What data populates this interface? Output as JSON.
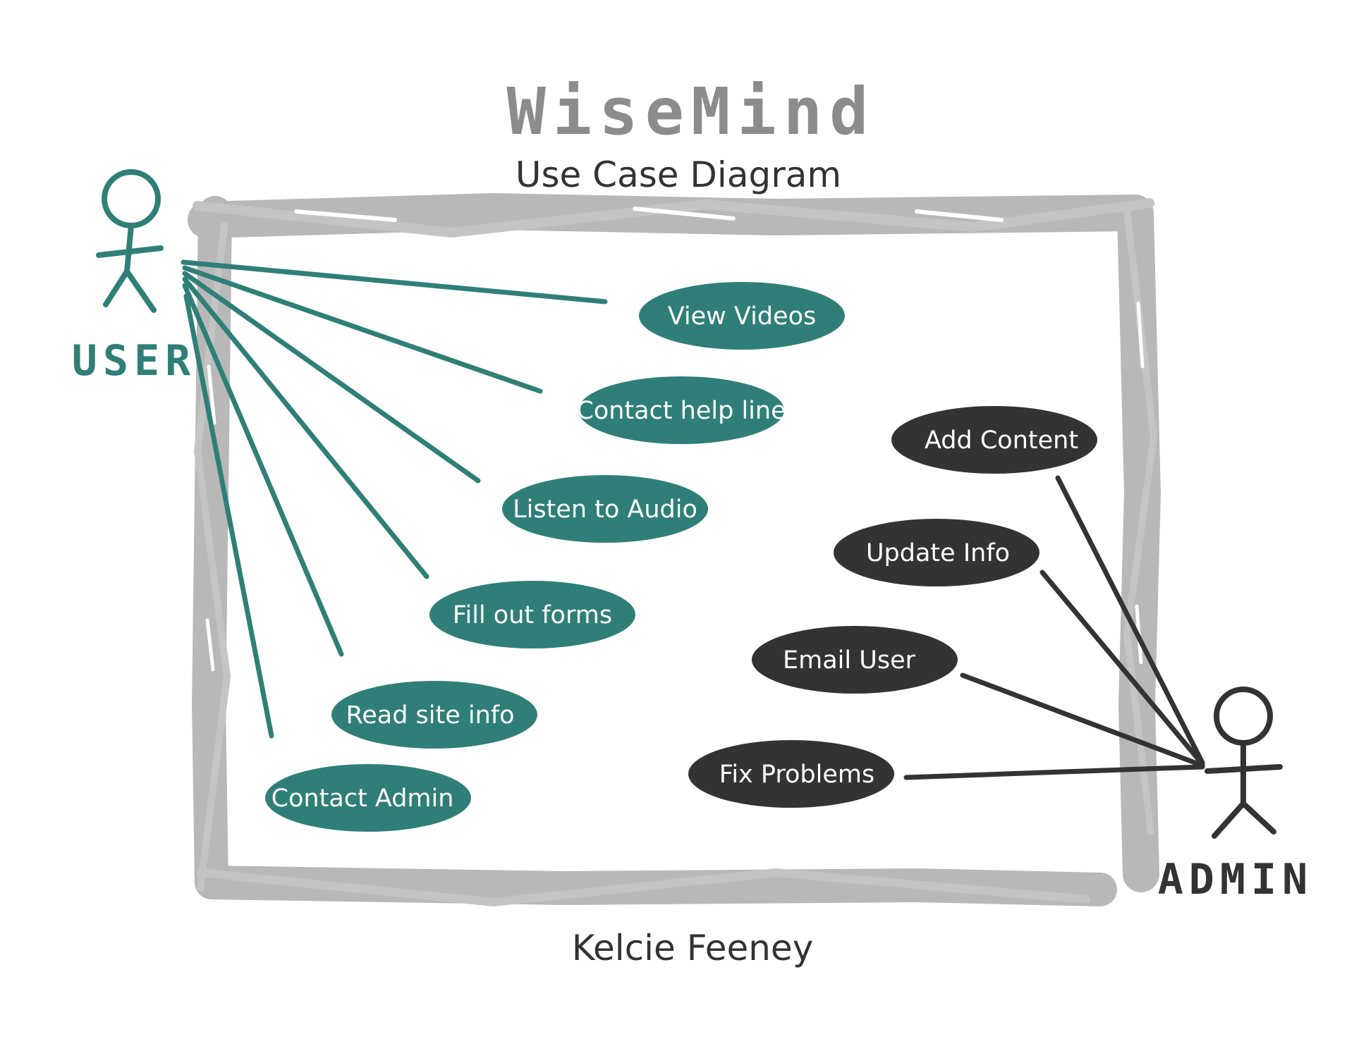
{
  "title": "WiseMind",
  "subtitle": "Use Case Diagram",
  "author": "Kelcie Feeney",
  "colors": {
    "user_accent": "#2f7f78",
    "admin_accent": "#333333",
    "frame": "#b8b8b8",
    "title": "#8c8c8c"
  },
  "actors": {
    "user": {
      "label": "USER",
      "icon": "stick-figure-icon"
    },
    "admin": {
      "label": "ADMIN",
      "icon": "stick-figure-icon"
    }
  },
  "user_use_cases": [
    {
      "label": "View Videos"
    },
    {
      "label": "Contact help line"
    },
    {
      "label": "Listen to Audio"
    },
    {
      "label": "Fill out forms"
    },
    {
      "label": "Read site info"
    },
    {
      "label": "Contact Admin"
    }
  ],
  "admin_use_cases": [
    {
      "label": "Add Content"
    },
    {
      "label": "Update Info"
    },
    {
      "label": "Email User"
    },
    {
      "label": "Fix Problems"
    }
  ]
}
